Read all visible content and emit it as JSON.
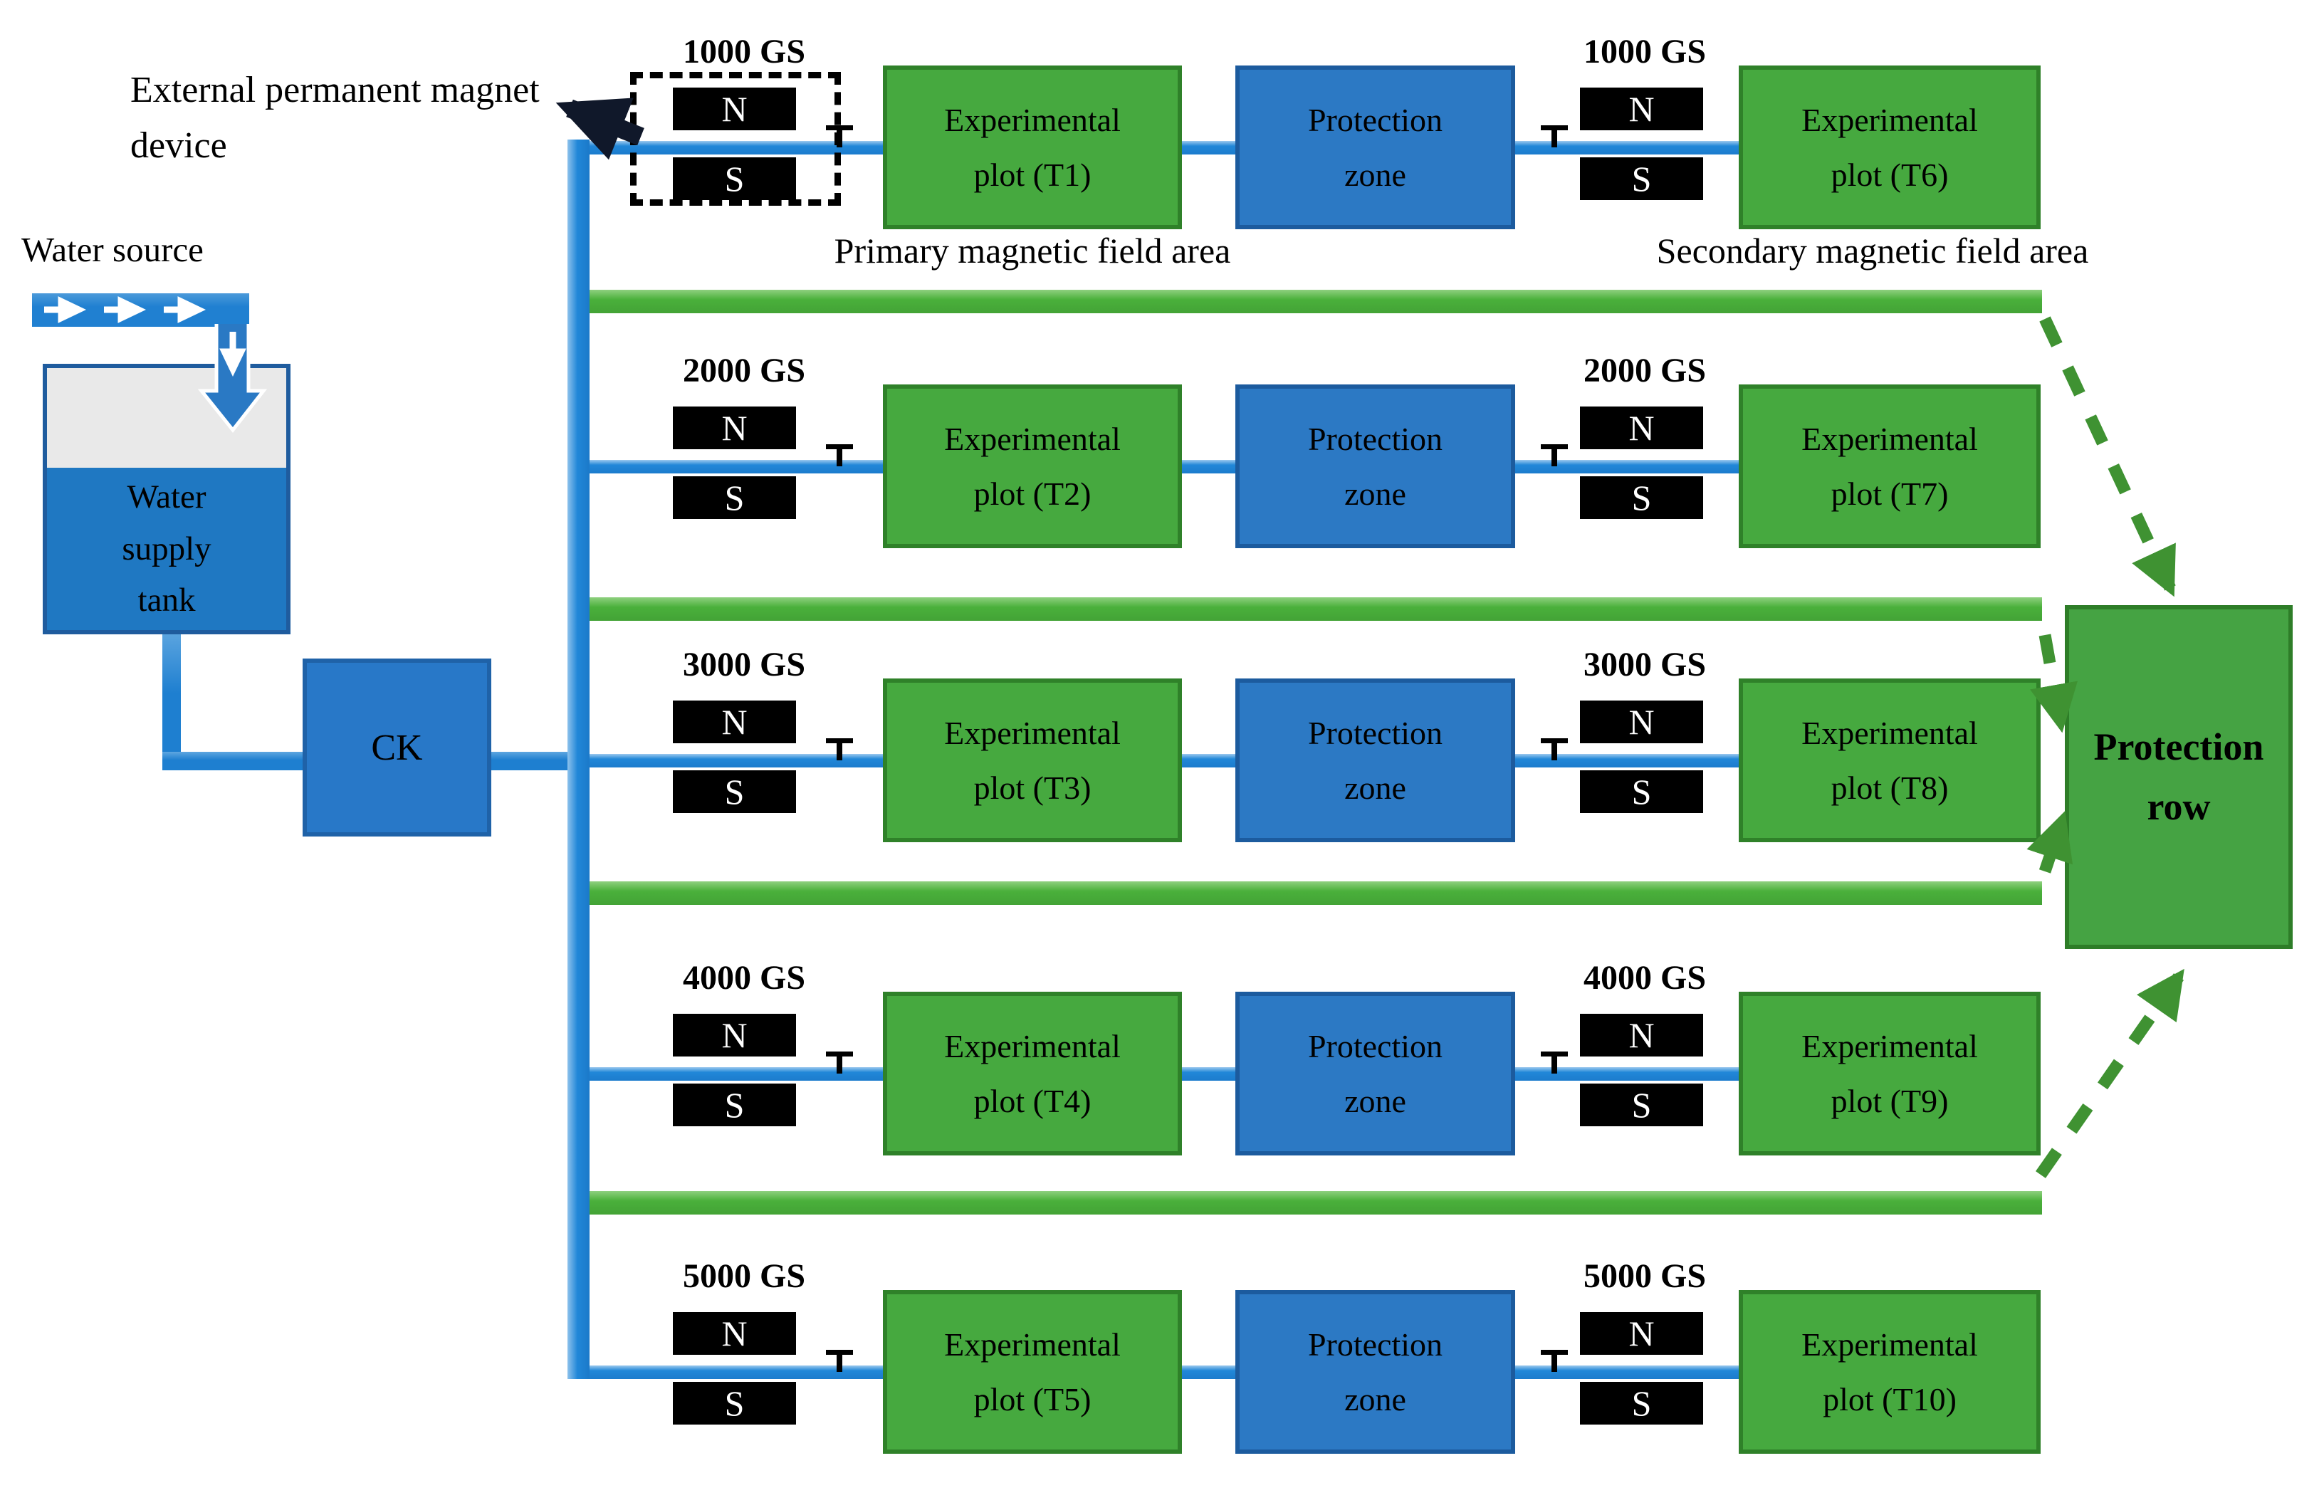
{
  "labels": {
    "external_magnet_device": "External permanent magnet device",
    "water_source": "Water source",
    "water_supply_tank": "Water supply tank",
    "ck": "CK",
    "protection_zone": "Protection zone",
    "protection_row": "Protection row",
    "primary_area": "Primary magnetic field area",
    "secondary_area": "Secondary magnetic field area"
  },
  "magnet": {
    "north": "N",
    "south": "S"
  },
  "rows": [
    {
      "gauss": "1000 GS",
      "primary_plot": "Experimental plot (T1)",
      "secondary_plot": "Experimental plot (T6)"
    },
    {
      "gauss": "2000 GS",
      "primary_plot": "Experimental plot (T2)",
      "secondary_plot": "Experimental plot (T7)"
    },
    {
      "gauss": "3000 GS",
      "primary_plot": "Experimental plot (T3)",
      "secondary_plot": "Experimental plot (T8)"
    },
    {
      "gauss": "4000 GS",
      "primary_plot": "Experimental plot (T4)",
      "secondary_plot": "Experimental plot (T9)"
    },
    {
      "gauss": "5000 GS",
      "primary_plot": "Experimental plot (T5)",
      "secondary_plot": "Experimental plot (T10)"
    }
  ],
  "colors": {
    "plot_green": "#46a93f",
    "strip_green": "#4ab03b",
    "dashed_arrow_green": "#3f9232",
    "zone_blue": "#2c79c4",
    "pipe_blue": "#1e80d1",
    "magnet_black": "#000000",
    "tank_gray": "#e9e9e9",
    "black_arrow": "#10182a"
  }
}
